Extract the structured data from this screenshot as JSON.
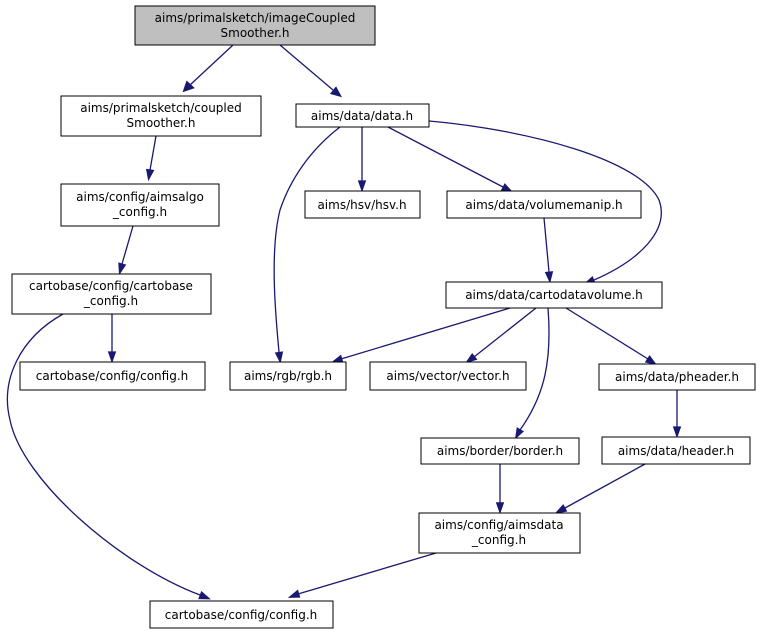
{
  "colors": {
    "edge": "#191970",
    "root_fill": "#bfbfbf",
    "node_fill": "#ffffff",
    "node_border": "#000000"
  },
  "nodes": {
    "root": [
      "aims/primalsketch/imageCoupled",
      "Smoother.h"
    ],
    "coupled": [
      "aims/primalsketch/coupled",
      "Smoother.h"
    ],
    "data": [
      "aims/data/data.h"
    ],
    "aimsalgo": [
      "aims/config/aimsalgo",
      "_config.h"
    ],
    "cartobase_config": [
      "cartobase/config/cartobase",
      "_config.h"
    ],
    "config_mid": [
      "cartobase/config/config.h"
    ],
    "config_bottom": [
      "cartobase/config/config.h"
    ],
    "hsv": [
      "aims/hsv/hsv.h"
    ],
    "volumemanip": [
      "aims/data/volumemanip.h"
    ],
    "cartodatavolume": [
      "aims/data/cartodatavolume.h"
    ],
    "rgb": [
      "aims/rgb/rgb.h"
    ],
    "vector": [
      "aims/vector/vector.h"
    ],
    "pheader": [
      "aims/data/pheader.h"
    ],
    "border": [
      "aims/border/border.h"
    ],
    "header": [
      "aims/data/header.h"
    ],
    "aimsdata": [
      "aims/config/aimsdata",
      "_config.h"
    ]
  }
}
